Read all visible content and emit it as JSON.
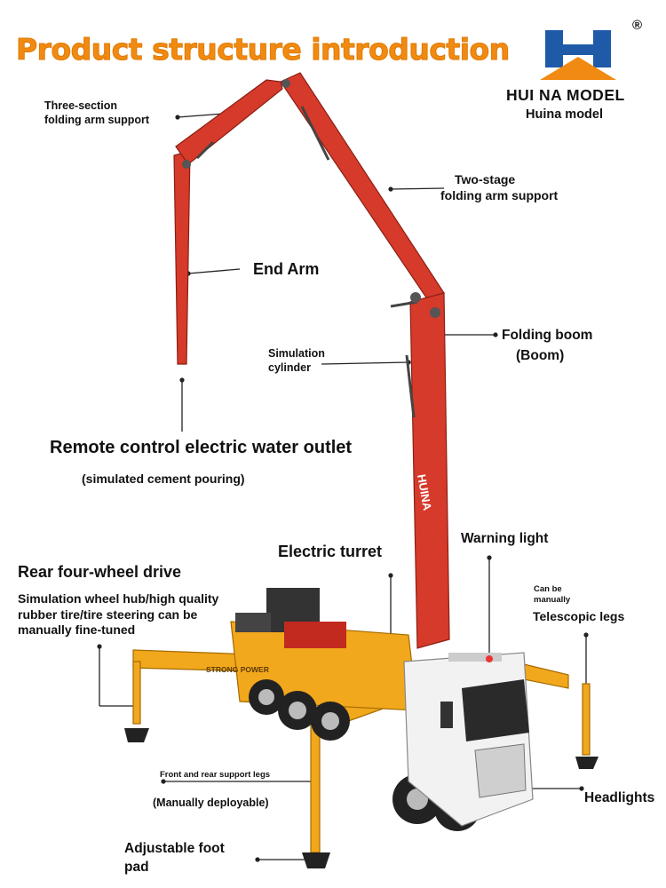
{
  "title": "Product structure introduction",
  "brand": {
    "name": "HUI NA MODEL",
    "subtitle": "Huina model",
    "registered_mark": "®"
  },
  "colors": {
    "title": "#f08a12",
    "brand_blue": "#1f5aa8",
    "brand_orange": "#f08a12",
    "boom_red": "#d63a2a",
    "chassis_yellow": "#f2a81c",
    "cab_white": "#f2f2f2"
  },
  "labels": {
    "three_section": [
      "Three-section",
      "folding arm support"
    ],
    "two_stage": [
      "Two-stage",
      "folding arm support"
    ],
    "end_arm": "End Arm",
    "simulation_cylinder": [
      "Simulation",
      "cylinder"
    ],
    "folding_boom": [
      "Folding boom",
      "(Boom)"
    ],
    "remote_outlet": "Remote control electric water outlet",
    "simulated_pouring": "(simulated cement pouring)",
    "rear_drive": "Rear four-wheel drive",
    "wheel_desc": [
      "Simulation wheel hub/high quality",
      "rubber tire/tire steering can be",
      "manually fine-tuned"
    ],
    "electric_turret": "Electric turret",
    "warning_light": "Warning light",
    "can_be_manually": [
      "Can be",
      "manually"
    ],
    "telescopic_legs": "Telescopic legs",
    "support_legs": "Front and rear support legs",
    "manually_deployable": "(Manually deployable)",
    "headlights": "Headlights",
    "foot_pad": [
      "Adjustable foot",
      "pad"
    ]
  },
  "truck_print": {
    "boom_brand": "HUINA",
    "side_text": "STRONG POWER"
  }
}
